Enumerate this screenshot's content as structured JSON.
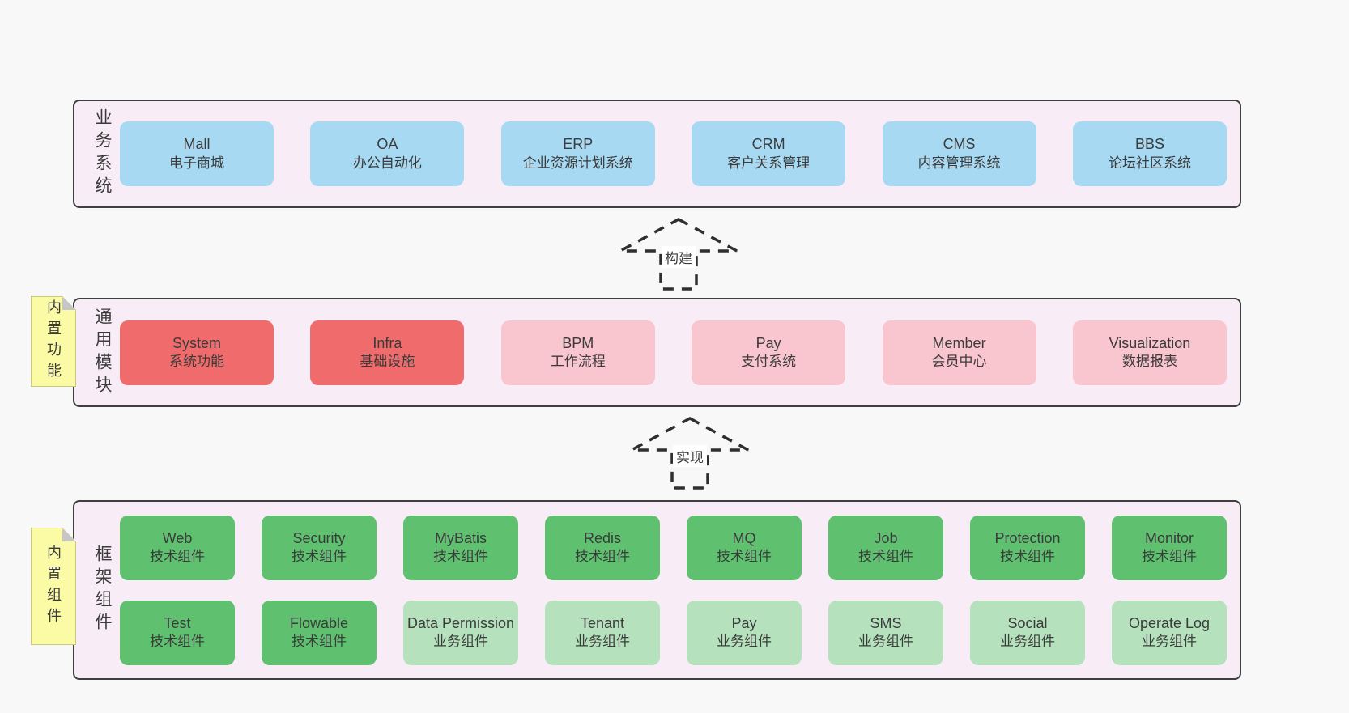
{
  "colors": {
    "page_bg": "#f8f8f8",
    "band_bg": "#f8edf7",
    "band_border": "#3f3f3f",
    "box_blue": "#a7d9f2",
    "box_red": "#f06b6b",
    "box_pink": "#f9c6cf",
    "box_green": "#5fc170",
    "box_light_green": "#b5e2bd",
    "note_yellow": "#fbfba5",
    "text": "#3b3b3b"
  },
  "arrows": [
    {
      "label": "构建"
    },
    {
      "label": "实现"
    }
  ],
  "bands": [
    {
      "label": "业务系统",
      "boxes": [
        {
          "name": "Mall",
          "sub": "电子商城"
        },
        {
          "name": "OA",
          "sub": "办公自动化"
        },
        {
          "name": "ERP",
          "sub": "企业资源计划系统"
        },
        {
          "name": "CRM",
          "sub": "客户关系管理"
        },
        {
          "name": "CMS",
          "sub": "内容管理系统"
        },
        {
          "name": "BBS",
          "sub": "论坛社区系统"
        }
      ]
    },
    {
      "label": "通用模块",
      "note": "内置功能",
      "boxes": [
        {
          "name": "System",
          "sub": "系统功能"
        },
        {
          "name": "Infra",
          "sub": "基础设施"
        },
        {
          "name": "BPM",
          "sub": "工作流程"
        },
        {
          "name": "Pay",
          "sub": "支付系统"
        },
        {
          "name": "Member",
          "sub": "会员中心"
        },
        {
          "name": "Visualization",
          "sub": "数据报表"
        }
      ]
    },
    {
      "label": "框架组件",
      "note": "内置组件",
      "rows": [
        [
          {
            "name": "Web",
            "sub": "技术组件"
          },
          {
            "name": "Security",
            "sub": "技术组件"
          },
          {
            "name": "MyBatis",
            "sub": "技术组件"
          },
          {
            "name": "Redis",
            "sub": "技术组件"
          },
          {
            "name": "MQ",
            "sub": "技术组件"
          },
          {
            "name": "Job",
            "sub": "技术组件"
          },
          {
            "name": "Protection",
            "sub": "技术组件"
          },
          {
            "name": "Monitor",
            "sub": "技术组件"
          }
        ],
        [
          {
            "name": "Test",
            "sub": "技术组件"
          },
          {
            "name": "Flowable",
            "sub": "技术组件"
          },
          {
            "name": "Data Permission",
            "sub": "业务组件"
          },
          {
            "name": "Tenant",
            "sub": "业务组件"
          },
          {
            "name": "Pay",
            "sub": "业务组件"
          },
          {
            "name": "SMS",
            "sub": "业务组件"
          },
          {
            "name": "Social",
            "sub": "业务组件"
          },
          {
            "name": "Operate Log",
            "sub": "业务组件"
          }
        ]
      ]
    }
  ]
}
